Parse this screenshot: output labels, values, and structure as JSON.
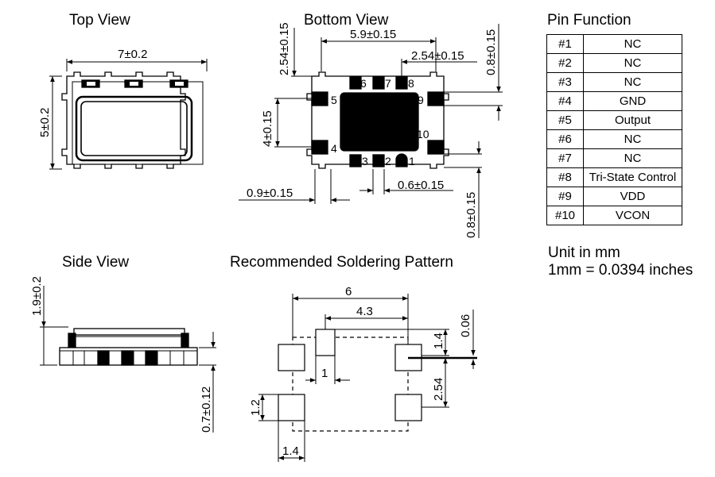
{
  "titles": {
    "top_view": "Top View",
    "bottom_view": "Bottom View",
    "pin_function": "Pin Function",
    "side_view": "Side View",
    "soldering": "Recommended Soldering Pattern"
  },
  "dimensions": {
    "top_width": "7±0.2",
    "top_height": "5±0.2",
    "bottom_pad_span": "5.9±0.15",
    "bottom_pitch_top": "2.54±0.15",
    "bottom_pitch_right": "2.54±0.15",
    "bottom_edge_top": "0.8±0.15",
    "bottom_vertical_pitch": "4±0.15",
    "bottom_pad_width": "0.9±0.15",
    "bottom_pad_small": "0.6±0.15",
    "bottom_edge_bottom": "0.8±0.15",
    "side_height": "1.9±0.2",
    "side_base": "0.7±0.12",
    "solder_span": "6",
    "solder_inner": "4.3",
    "solder_pad_height": "1.4",
    "solder_offset": "0.06",
    "solder_gap": "1",
    "solder_pitch": "2.54",
    "solder_pad_h2": "1.2",
    "solder_pad_w": "1.4"
  },
  "pin_numbers": [
    "1",
    "2",
    "3",
    "4",
    "5",
    "6",
    "7",
    "8",
    "9",
    "10"
  ],
  "pins": [
    {
      "pin": "#1",
      "function": "NC"
    },
    {
      "pin": "#2",
      "function": "NC"
    },
    {
      "pin": "#3",
      "function": "NC"
    },
    {
      "pin": "#4",
      "function": "GND"
    },
    {
      "pin": "#5",
      "function": "Output"
    },
    {
      "pin": "#6",
      "function": "NC"
    },
    {
      "pin": "#7",
      "function": "NC"
    },
    {
      "pin": "#8",
      "function": "Tri-State Control"
    },
    {
      "pin": "#9",
      "function": "VDD"
    },
    {
      "pin": "#10",
      "function": "VCON"
    }
  ],
  "units": {
    "line1": "Unit in mm",
    "line2": "1mm = 0.0394 inches"
  }
}
